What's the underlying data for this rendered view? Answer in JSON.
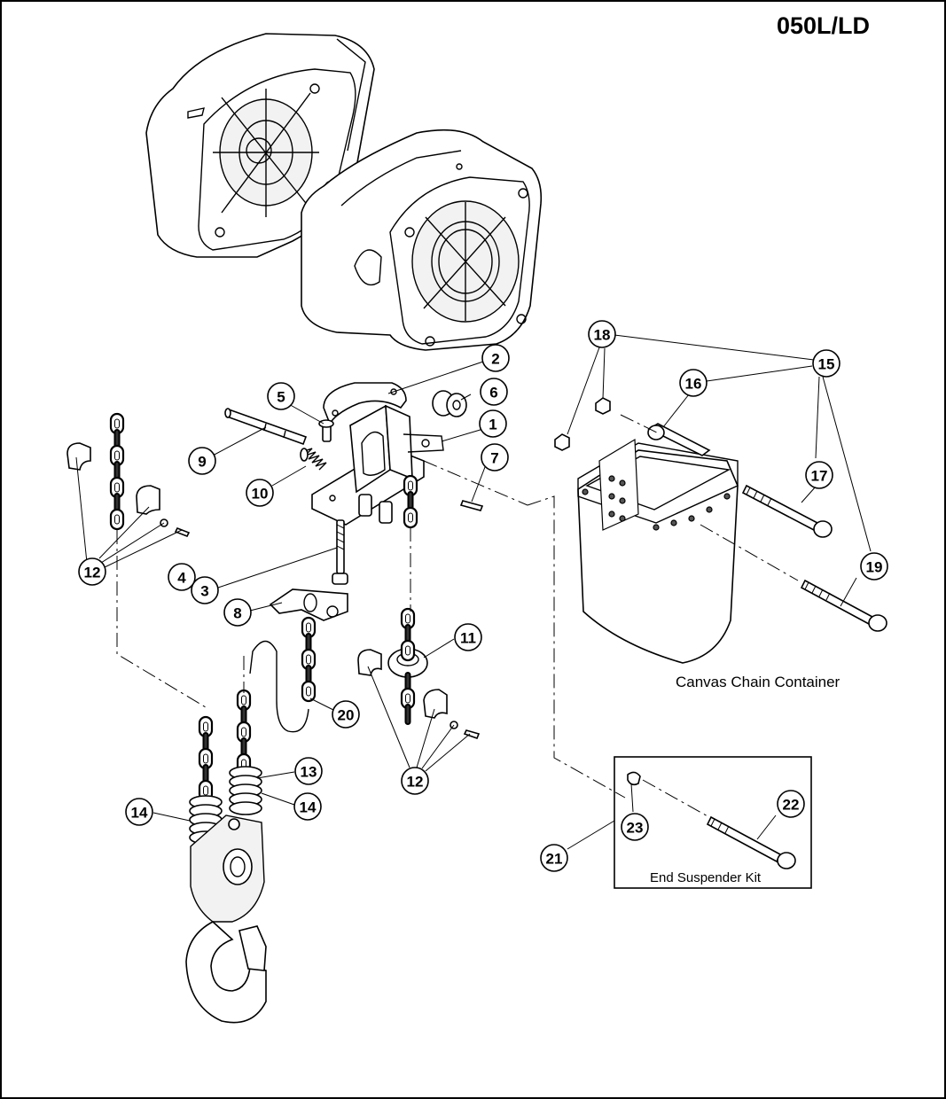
{
  "model": "050L/LD",
  "captions": {
    "container": "Canvas Chain Container",
    "kit": "End Suspender Kit"
  },
  "callouts": [
    "1",
    "2",
    "3",
    "4",
    "5",
    "6",
    "7",
    "8",
    "9",
    "10",
    "11",
    "12",
    "13",
    "14",
    "15",
    "16",
    "17",
    "18",
    "19",
    "20",
    "21",
    "22",
    "23"
  ]
}
